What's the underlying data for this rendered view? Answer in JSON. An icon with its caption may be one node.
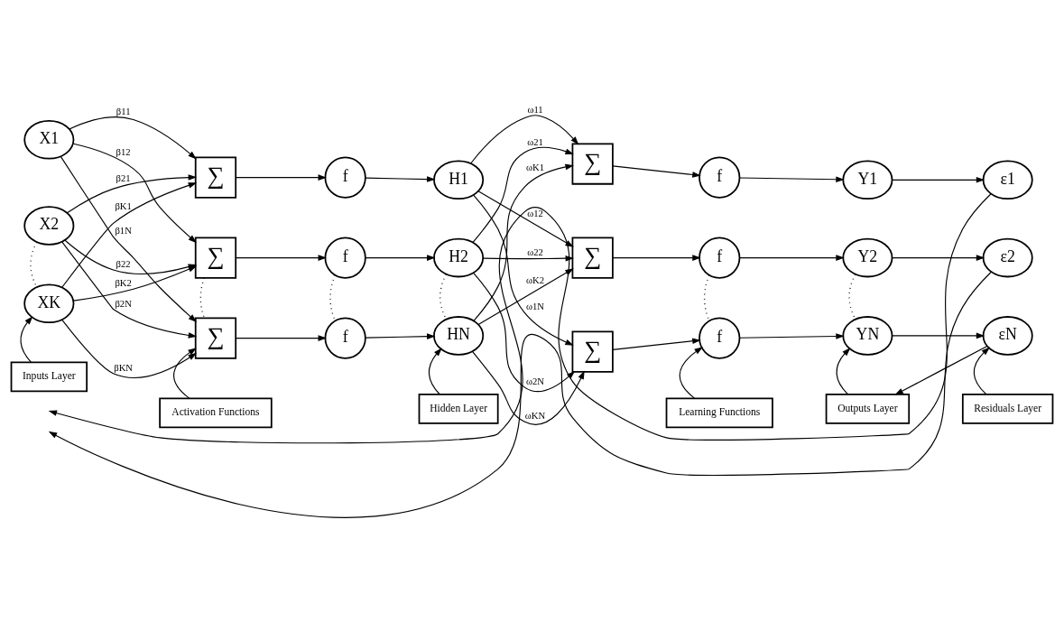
{
  "diagram": {
    "nodes": [
      {
        "text": [
          "X1"
        ]
      },
      {
        "text": [
          "∑"
        ]
      },
      {
        "text": [
          "f"
        ]
      },
      {
        "text": [
          "H1"
        ]
      },
      {
        "text": [
          "∑"
        ]
      },
      {
        "text": [
          "f"
        ]
      },
      {
        "text": [
          "Y1"
        ]
      },
      {
        "text": [
          "ε1"
        ]
      },
      {
        "text": [
          "X2"
        ]
      },
      {
        "text": [
          "∑"
        ]
      },
      {
        "text": [
          "f"
        ]
      },
      {
        "text": [
          "H2"
        ]
      },
      {
        "text": [
          "∑"
        ]
      },
      {
        "text": [
          "f"
        ]
      },
      {
        "text": [
          "Y2"
        ]
      },
      {
        "text": [
          "ε2"
        ]
      },
      {
        "text": [
          "XK"
        ]
      },
      {
        "text": [
          "∑"
        ]
      },
      {
        "text": [
          "f"
        ]
      },
      {
        "text": [
          "HN"
        ]
      },
      {
        "text": [
          "∑"
        ]
      },
      {
        "text": [
          "f"
        ]
      },
      {
        "text": [
          "YN"
        ]
      },
      {
        "text": [
          "εN"
        ]
      },
      {
        "text": [
          "Inputs Layer"
        ]
      },
      {
        "text": [
          "Activation Functions"
        ]
      },
      {
        "text": [
          "Hidden Layer"
        ]
      },
      {
        "text": [
          "Learning Functions"
        ]
      },
      {
        "text": [
          "Outputs Layer"
        ]
      },
      {
        "text": [
          "Residuals Layer"
        ]
      }
    ],
    "edges": [
      {
        "from": 0,
        "to": 1,
        "arrow": "to",
        "label": "β11"
      },
      {
        "from": 0,
        "to": 9,
        "arrow": "to",
        "label": "β12"
      },
      {
        "from": 0,
        "to": 17,
        "arrow": "to",
        "label": "β1N"
      },
      {
        "from": 8,
        "to": 1,
        "arrow": "to",
        "label": "β21"
      },
      {
        "from": 8,
        "to": 9,
        "arrow": "to",
        "label": "β22"
      },
      {
        "from": 8,
        "to": 17,
        "arrow": "to",
        "label": "β2N"
      },
      {
        "from": 16,
        "to": 1,
        "arrow": "to",
        "label": "βK1"
      },
      {
        "from": 16,
        "to": 9,
        "arrow": "to",
        "label": "βK2"
      },
      {
        "from": 16,
        "to": 17,
        "arrow": "to",
        "label": "βKN"
      },
      {
        "from": 1,
        "to": 2,
        "arrow": "to"
      },
      {
        "from": 9,
        "to": 10,
        "arrow": "to"
      },
      {
        "from": 17,
        "to": 18,
        "arrow": "to"
      },
      {
        "from": 2,
        "to": 3,
        "arrow": "to"
      },
      {
        "from": 10,
        "to": 11,
        "arrow": "to"
      },
      {
        "from": 18,
        "to": 19,
        "arrow": "to"
      },
      {
        "from": 3,
        "to": 4,
        "arrow": "to",
        "label": "ω11"
      },
      {
        "from": 3,
        "to": 12,
        "arrow": "to",
        "label": "ω12"
      },
      {
        "from": 3,
        "to": 20,
        "arrow": "to",
        "label": "ω1N"
      },
      {
        "from": 11,
        "to": 4,
        "arrow": "to",
        "label": "ω21"
      },
      {
        "from": 11,
        "to": 12,
        "arrow": "to",
        "label": "ω22"
      },
      {
        "from": 11,
        "to": 20,
        "arrow": "to",
        "label": "ω2N"
      },
      {
        "from": 19,
        "to": 4,
        "arrow": "to",
        "label": "ωK1"
      },
      {
        "from": 19,
        "to": 12,
        "arrow": "to",
        "label": "ωK2"
      },
      {
        "from": 19,
        "to": 20,
        "arrow": "to",
        "label": "ωKN"
      },
      {
        "from": 4,
        "to": 5,
        "arrow": "to"
      },
      {
        "from": 12,
        "to": 13,
        "arrow": "to"
      },
      {
        "from": 20,
        "to": 21,
        "arrow": "to"
      },
      {
        "from": 5,
        "to": 6,
        "arrow": "to"
      },
      {
        "from": 13,
        "to": 14,
        "arrow": "to"
      },
      {
        "from": 21,
        "to": 22,
        "arrow": "to"
      },
      {
        "from": 6,
        "to": 7,
        "arrow": "to"
      },
      {
        "from": 14,
        "to": 15,
        "arrow": "to"
      },
      {
        "from": 22,
        "to": 23,
        "arrow": "to"
      },
      {
        "from": 8,
        "to": 16,
        "arrow": "none",
        "style": "dashed"
      },
      {
        "from": 9,
        "to": 17,
        "arrow": "none",
        "style": "dashed"
      },
      {
        "from": 10,
        "to": 18,
        "arrow": "none",
        "style": "dashed"
      },
      {
        "from": 11,
        "to": 19,
        "arrow": "none",
        "style": "dashed"
      },
      {
        "from": 13,
        "to": 21,
        "arrow": "none",
        "style": "dashed"
      },
      {
        "from": 14,
        "to": 22,
        "arrow": "none",
        "style": "dashed"
      },
      {
        "from": 7,
        "to": null,
        "arrow": "to"
      },
      {
        "from": 15,
        "to": null,
        "arrow": "to"
      },
      {
        "from": 23,
        "to": 28,
        "arrow": "to"
      },
      {
        "from": 24,
        "to": 16,
        "arrow": "to"
      },
      {
        "from": 25,
        "to": 17,
        "arrow": "to"
      },
      {
        "from": 26,
        "to": 19,
        "arrow": "to"
      },
      {
        "from": 27,
        "to": 21,
        "arrow": "to"
      },
      {
        "from": 28,
        "to": 22,
        "arrow": "to"
      },
      {
        "from": 29,
        "to": 23,
        "arrow": "to"
      }
    ]
  }
}
